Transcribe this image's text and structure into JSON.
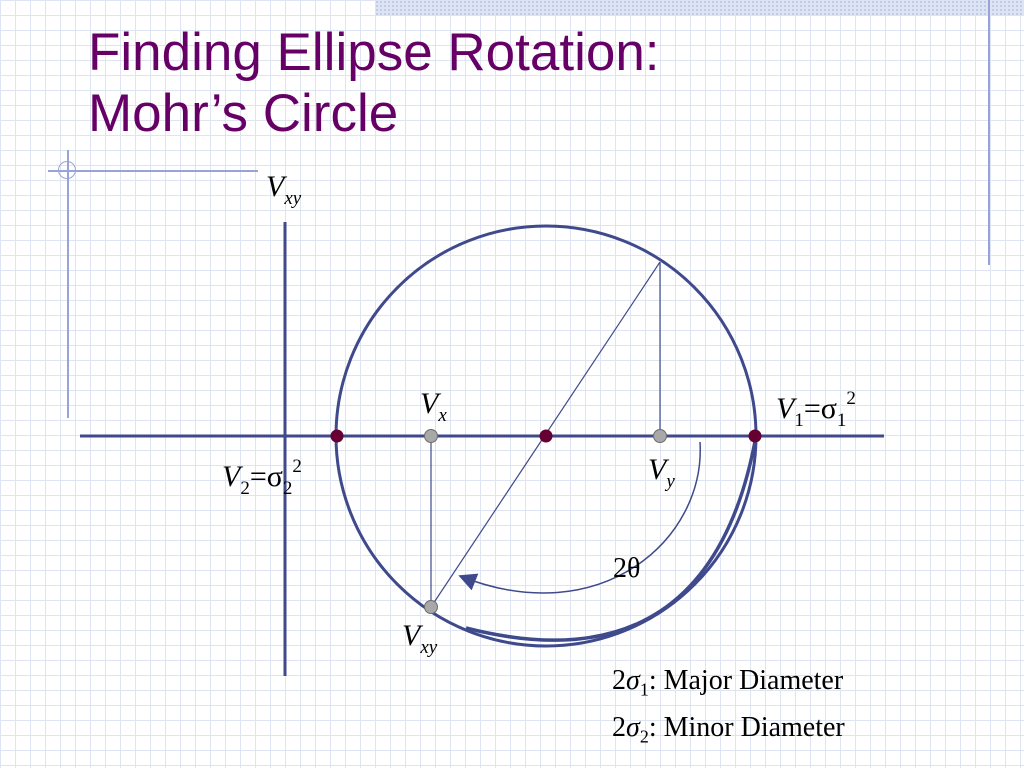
{
  "slide": {
    "title_line1": "Finding Ellipse Rotation:",
    "title_line2": "Mohr’s Circle"
  },
  "diagram": {
    "labels": {
      "vxy_axis": {
        "main": "V",
        "sub": "xy"
      },
      "vx": {
        "main": "V",
        "sub": "x"
      },
      "v1": {
        "main": "V",
        "sub": "1",
        "eq": "=σ",
        "sub2": "1",
        "sup": "2"
      },
      "v2": {
        "main": "V",
        "sub": "2",
        "eq": "=σ",
        "sub2": "2",
        "sup": "2"
      },
      "vy": {
        "main": "V",
        "sub": "y"
      },
      "angle": "2θ",
      "vxy_point": {
        "main": "V",
        "sub": "xy"
      }
    }
  },
  "legend": {
    "major": {
      "prefix": "2",
      "symbol": "σ",
      "sub": "1",
      "text": ": Major Diameter"
    },
    "minor": {
      "prefix": "2",
      "symbol": "σ",
      "sub": "2",
      "text": ": Minor Diameter"
    }
  },
  "colors": {
    "title": "#660066",
    "axis": "#3f4a8c",
    "point_major": "#660033",
    "point_minor": "#a8a8a8",
    "text": "#000000"
  }
}
